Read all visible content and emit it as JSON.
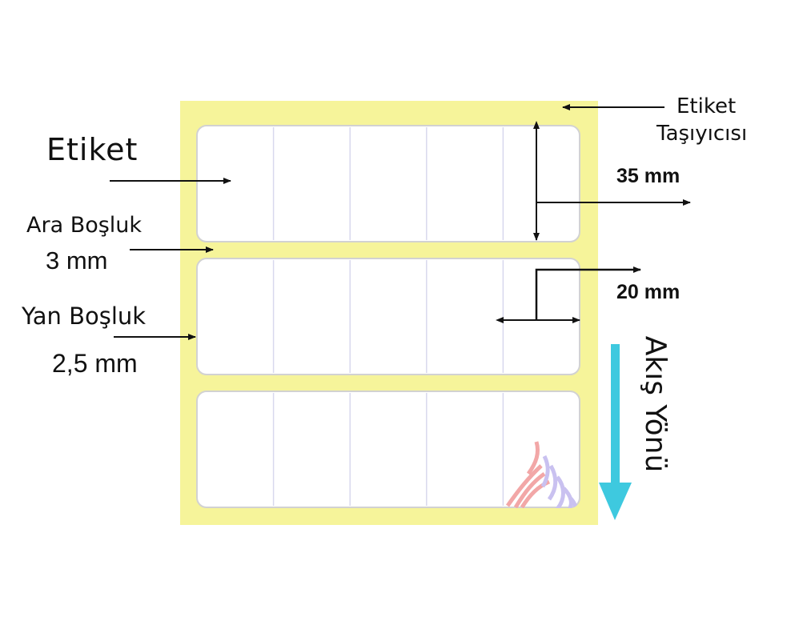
{
  "labels": {
    "etiket": "Etiket",
    "carrier_line1": "Etiket",
    "carrier_line2": "Taşıyıcısı",
    "ara_bosluk": "Ara Boşluk",
    "ara_bosluk_value": "3 mm",
    "yan_bosluk": "Yan Boşluk",
    "yan_bosluk_value": "2,5 mm",
    "dimension_height": "35 mm",
    "dimension_width": "20 mm",
    "flow_direction": "Akış Yönü"
  },
  "colors": {
    "carrier": "#f6f49a",
    "label_fill": "#ffffff",
    "label_border": "#d2d2d2",
    "divider": "#d8d8ee",
    "arrow": "#111111",
    "flow_arrow": "#3ec9df",
    "logo_red": "#f2a7a7",
    "logo_violet": "#c9c1f0"
  },
  "layout": {
    "rows": 3,
    "columns_per_row": 5
  }
}
